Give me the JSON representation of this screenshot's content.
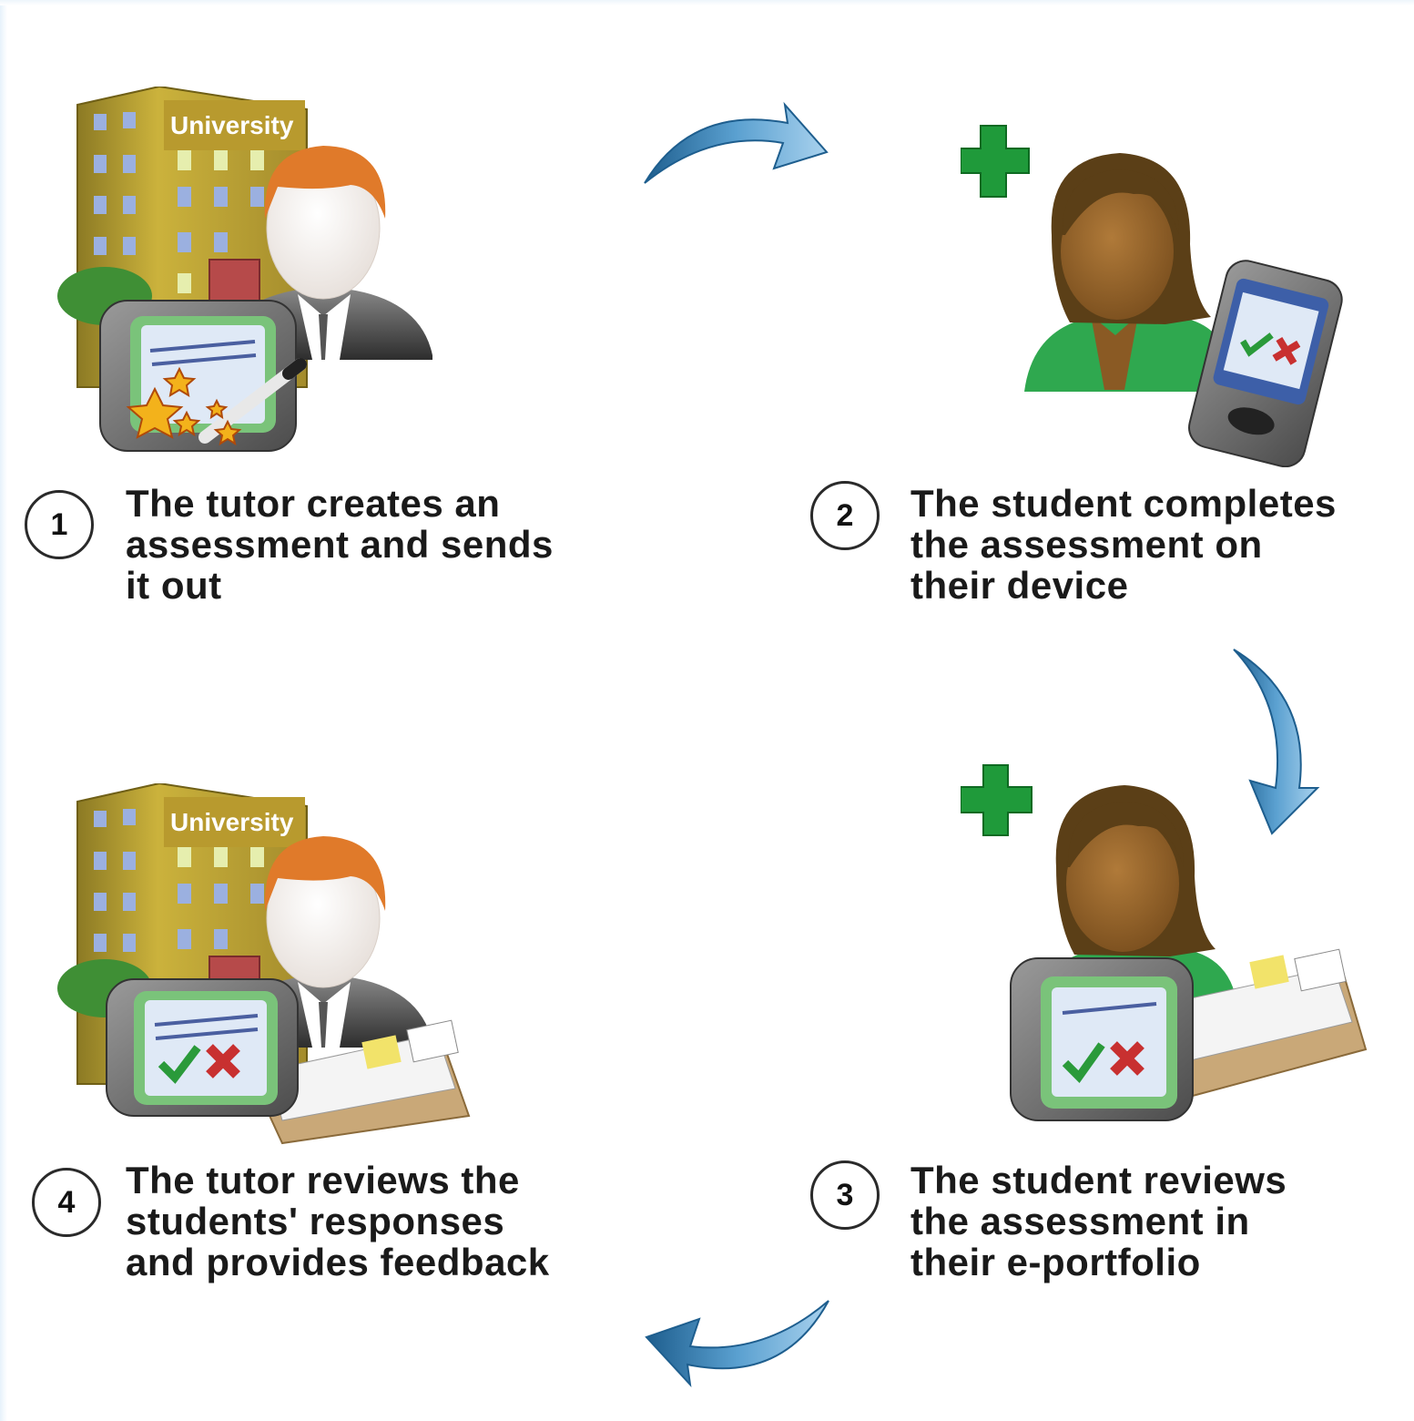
{
  "steps": [
    {
      "number": "1",
      "lines": [
        "The tutor creates an",
        "assessment and sends",
        "it out"
      ],
      "building_sign": "University"
    },
    {
      "number": "2",
      "lines": [
        "The student completes",
        "the assessment on",
        "their device"
      ]
    },
    {
      "number": "3",
      "lines": [
        "The student reviews",
        "the assessment in",
        "their e-portfolio"
      ]
    },
    {
      "number": "4",
      "lines": [
        "The tutor reviews the",
        "students' responses",
        "and provides feedback"
      ],
      "building_sign": "University"
    }
  ],
  "colors": {
    "arrow": "#3d7fae",
    "medical_cross": "#1f9a3a",
    "building": "#c9a43a",
    "student_shirt": "#2fa84f",
    "student_skin": "#9b6a2f",
    "tutor_hair": "#e07a2a",
    "tutor_suit": "#4a4a4a"
  }
}
